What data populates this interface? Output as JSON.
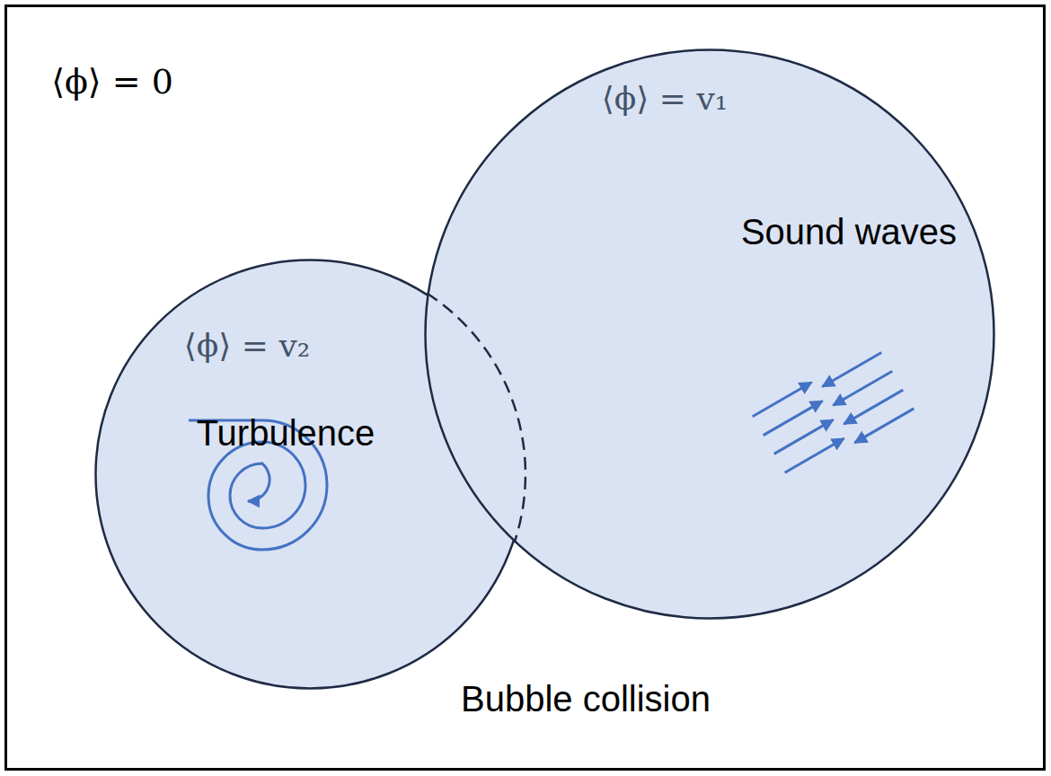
{
  "diagram": {
    "nodes": [
      {
        "text": [
          "⟨ϕ⟩ = 0"
        ]
      },
      {
        "text": [
          "⟨ϕ⟩ = v₁",
          "Sound waves"
        ],
        "in": 0
      },
      {
        "text": [
          "⟨ϕ⟩ = v₂",
          "Turbulence"
        ],
        "in": 0
      }
    ],
    "labels": [
      "Bubble collision"
    ]
  }
}
